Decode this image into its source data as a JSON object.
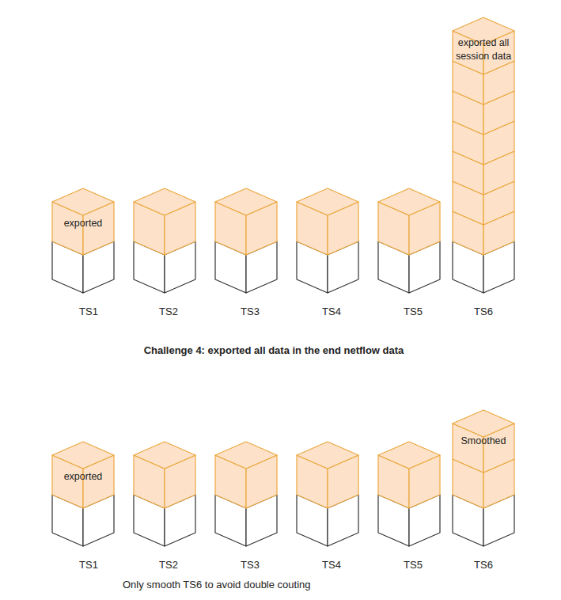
{
  "diagram": {
    "nodes": [
      {
        "text": [
          "exported"
        ]
      },
      {
        "text": [
          "exported all session data"
        ]
      },
      {
        "text": [
          "exported"
        ]
      },
      {
        "text": [
          "Smoothed"
        ]
      }
    ],
    "labels": [
      "TS1",
      "TS2",
      "TS3",
      "TS4",
      "TS5",
      "TS6",
      "Challenge 4: exported all data in the end netflow data",
      "TS1",
      "TS2",
      "TS3",
      "TS4",
      "TS5",
      "TS6",
      "Only smooth TS6 to avoid double couting"
    ]
  }
}
